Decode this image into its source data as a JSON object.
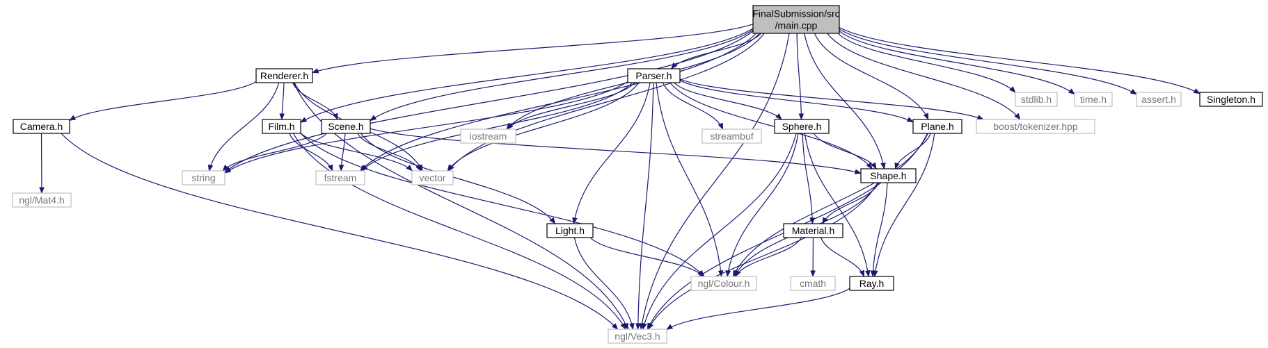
{
  "graph": {
    "nodes": [
      {
        "id": "main",
        "lines": [
          "FinalSubmission/src",
          "/main.cpp"
        ],
        "kind": "root"
      },
      {
        "id": "renderer",
        "lines": [
          "Renderer.h"
        ],
        "kind": "documented"
      },
      {
        "id": "parser",
        "lines": [
          "Parser.h"
        ],
        "kind": "documented"
      },
      {
        "id": "stdlib",
        "lines": [
          "stdlib.h"
        ],
        "kind": "external"
      },
      {
        "id": "time",
        "lines": [
          "time.h"
        ],
        "kind": "external"
      },
      {
        "id": "assert",
        "lines": [
          "assert.h"
        ],
        "kind": "external"
      },
      {
        "id": "singleton",
        "lines": [
          "Singleton.h"
        ],
        "kind": "documented"
      },
      {
        "id": "camera",
        "lines": [
          "Camera.h"
        ],
        "kind": "documented"
      },
      {
        "id": "film",
        "lines": [
          "Film.h"
        ],
        "kind": "documented"
      },
      {
        "id": "scene",
        "lines": [
          "Scene.h"
        ],
        "kind": "documented"
      },
      {
        "id": "iostream",
        "lines": [
          "iostream"
        ],
        "kind": "external"
      },
      {
        "id": "streambuf",
        "lines": [
          "streambuf"
        ],
        "kind": "external"
      },
      {
        "id": "sphere",
        "lines": [
          "Sphere.h"
        ],
        "kind": "documented"
      },
      {
        "id": "plane",
        "lines": [
          "Plane.h"
        ],
        "kind": "documented"
      },
      {
        "id": "tokenizer",
        "lines": [
          "boost/tokenizer.hpp"
        ],
        "kind": "external"
      },
      {
        "id": "mat4",
        "lines": [
          "ngl/Mat4.h"
        ],
        "kind": "external"
      },
      {
        "id": "string",
        "lines": [
          "string"
        ],
        "kind": "external"
      },
      {
        "id": "fstream",
        "lines": [
          "fstream"
        ],
        "kind": "external"
      },
      {
        "id": "vector",
        "lines": [
          "vector"
        ],
        "kind": "external"
      },
      {
        "id": "shape",
        "lines": [
          "Shape.h"
        ],
        "kind": "documented"
      },
      {
        "id": "light",
        "lines": [
          "Light.h"
        ],
        "kind": "documented"
      },
      {
        "id": "material",
        "lines": [
          "Material.h"
        ],
        "kind": "documented"
      },
      {
        "id": "colour",
        "lines": [
          "ngl/Colour.h"
        ],
        "kind": "external"
      },
      {
        "id": "cmath",
        "lines": [
          "cmath"
        ],
        "kind": "external"
      },
      {
        "id": "ray",
        "lines": [
          "Ray.h"
        ],
        "kind": "documented"
      },
      {
        "id": "vec3",
        "lines": [
          "ngl/Vec3.h"
        ],
        "kind": "external"
      }
    ],
    "edges": [
      [
        "main",
        "renderer"
      ],
      [
        "main",
        "parser"
      ],
      [
        "main",
        "stdlib"
      ],
      [
        "main",
        "time"
      ],
      [
        "main",
        "assert"
      ],
      [
        "main",
        "singleton"
      ],
      [
        "main",
        "film"
      ],
      [
        "main",
        "scene"
      ],
      [
        "main",
        "iostream"
      ],
      [
        "main",
        "sphere"
      ],
      [
        "main",
        "plane"
      ],
      [
        "main",
        "tokenizer"
      ],
      [
        "main",
        "string"
      ],
      [
        "main",
        "fstream"
      ],
      [
        "main",
        "vector"
      ],
      [
        "main",
        "shape"
      ],
      [
        "main",
        "vec3"
      ],
      [
        "renderer",
        "camera"
      ],
      [
        "renderer",
        "film"
      ],
      [
        "renderer",
        "scene"
      ],
      [
        "renderer",
        "string"
      ],
      [
        "renderer",
        "vector"
      ],
      [
        "renderer",
        "vec3"
      ],
      [
        "parser",
        "iostream"
      ],
      [
        "parser",
        "streambuf"
      ],
      [
        "parser",
        "sphere"
      ],
      [
        "parser",
        "plane"
      ],
      [
        "parser",
        "tokenizer"
      ],
      [
        "parser",
        "string"
      ],
      [
        "parser",
        "fstream"
      ],
      [
        "parser",
        "vector"
      ],
      [
        "parser",
        "shape"
      ],
      [
        "parser",
        "light"
      ],
      [
        "parser",
        "colour"
      ],
      [
        "parser",
        "vec3"
      ],
      [
        "camera",
        "mat4"
      ],
      [
        "camera",
        "vec3"
      ],
      [
        "film",
        "fstream"
      ],
      [
        "film",
        "vector"
      ],
      [
        "film",
        "colour"
      ],
      [
        "film",
        "vec3"
      ],
      [
        "scene",
        "string"
      ],
      [
        "scene",
        "fstream"
      ],
      [
        "scene",
        "vector"
      ],
      [
        "scene",
        "shape"
      ],
      [
        "scene",
        "light"
      ],
      [
        "sphere",
        "shape"
      ],
      [
        "sphere",
        "material"
      ],
      [
        "sphere",
        "colour"
      ],
      [
        "sphere",
        "ray"
      ],
      [
        "sphere",
        "vec3"
      ],
      [
        "plane",
        "shape"
      ],
      [
        "plane",
        "colour"
      ],
      [
        "plane",
        "ray"
      ],
      [
        "plane",
        "vec3"
      ],
      [
        "shape",
        "material"
      ],
      [
        "shape",
        "colour"
      ],
      [
        "shape",
        "ray"
      ],
      [
        "shape",
        "vec3"
      ],
      [
        "light",
        "colour"
      ],
      [
        "light",
        "vec3"
      ],
      [
        "material",
        "colour"
      ],
      [
        "material",
        "cmath"
      ],
      [
        "material",
        "ray"
      ],
      [
        "ray",
        "vec3"
      ]
    ],
    "colors": {
      "edge": "#191970",
      "root_fill": "#bfbfbf",
      "root_border": "#000000",
      "documented_fill": "#ffffff",
      "documented_border": "#000000",
      "external_fill": "#ffffff",
      "external_border": "#bfbfbf",
      "documented_text": "#000000",
      "external_text": "#777777"
    }
  }
}
